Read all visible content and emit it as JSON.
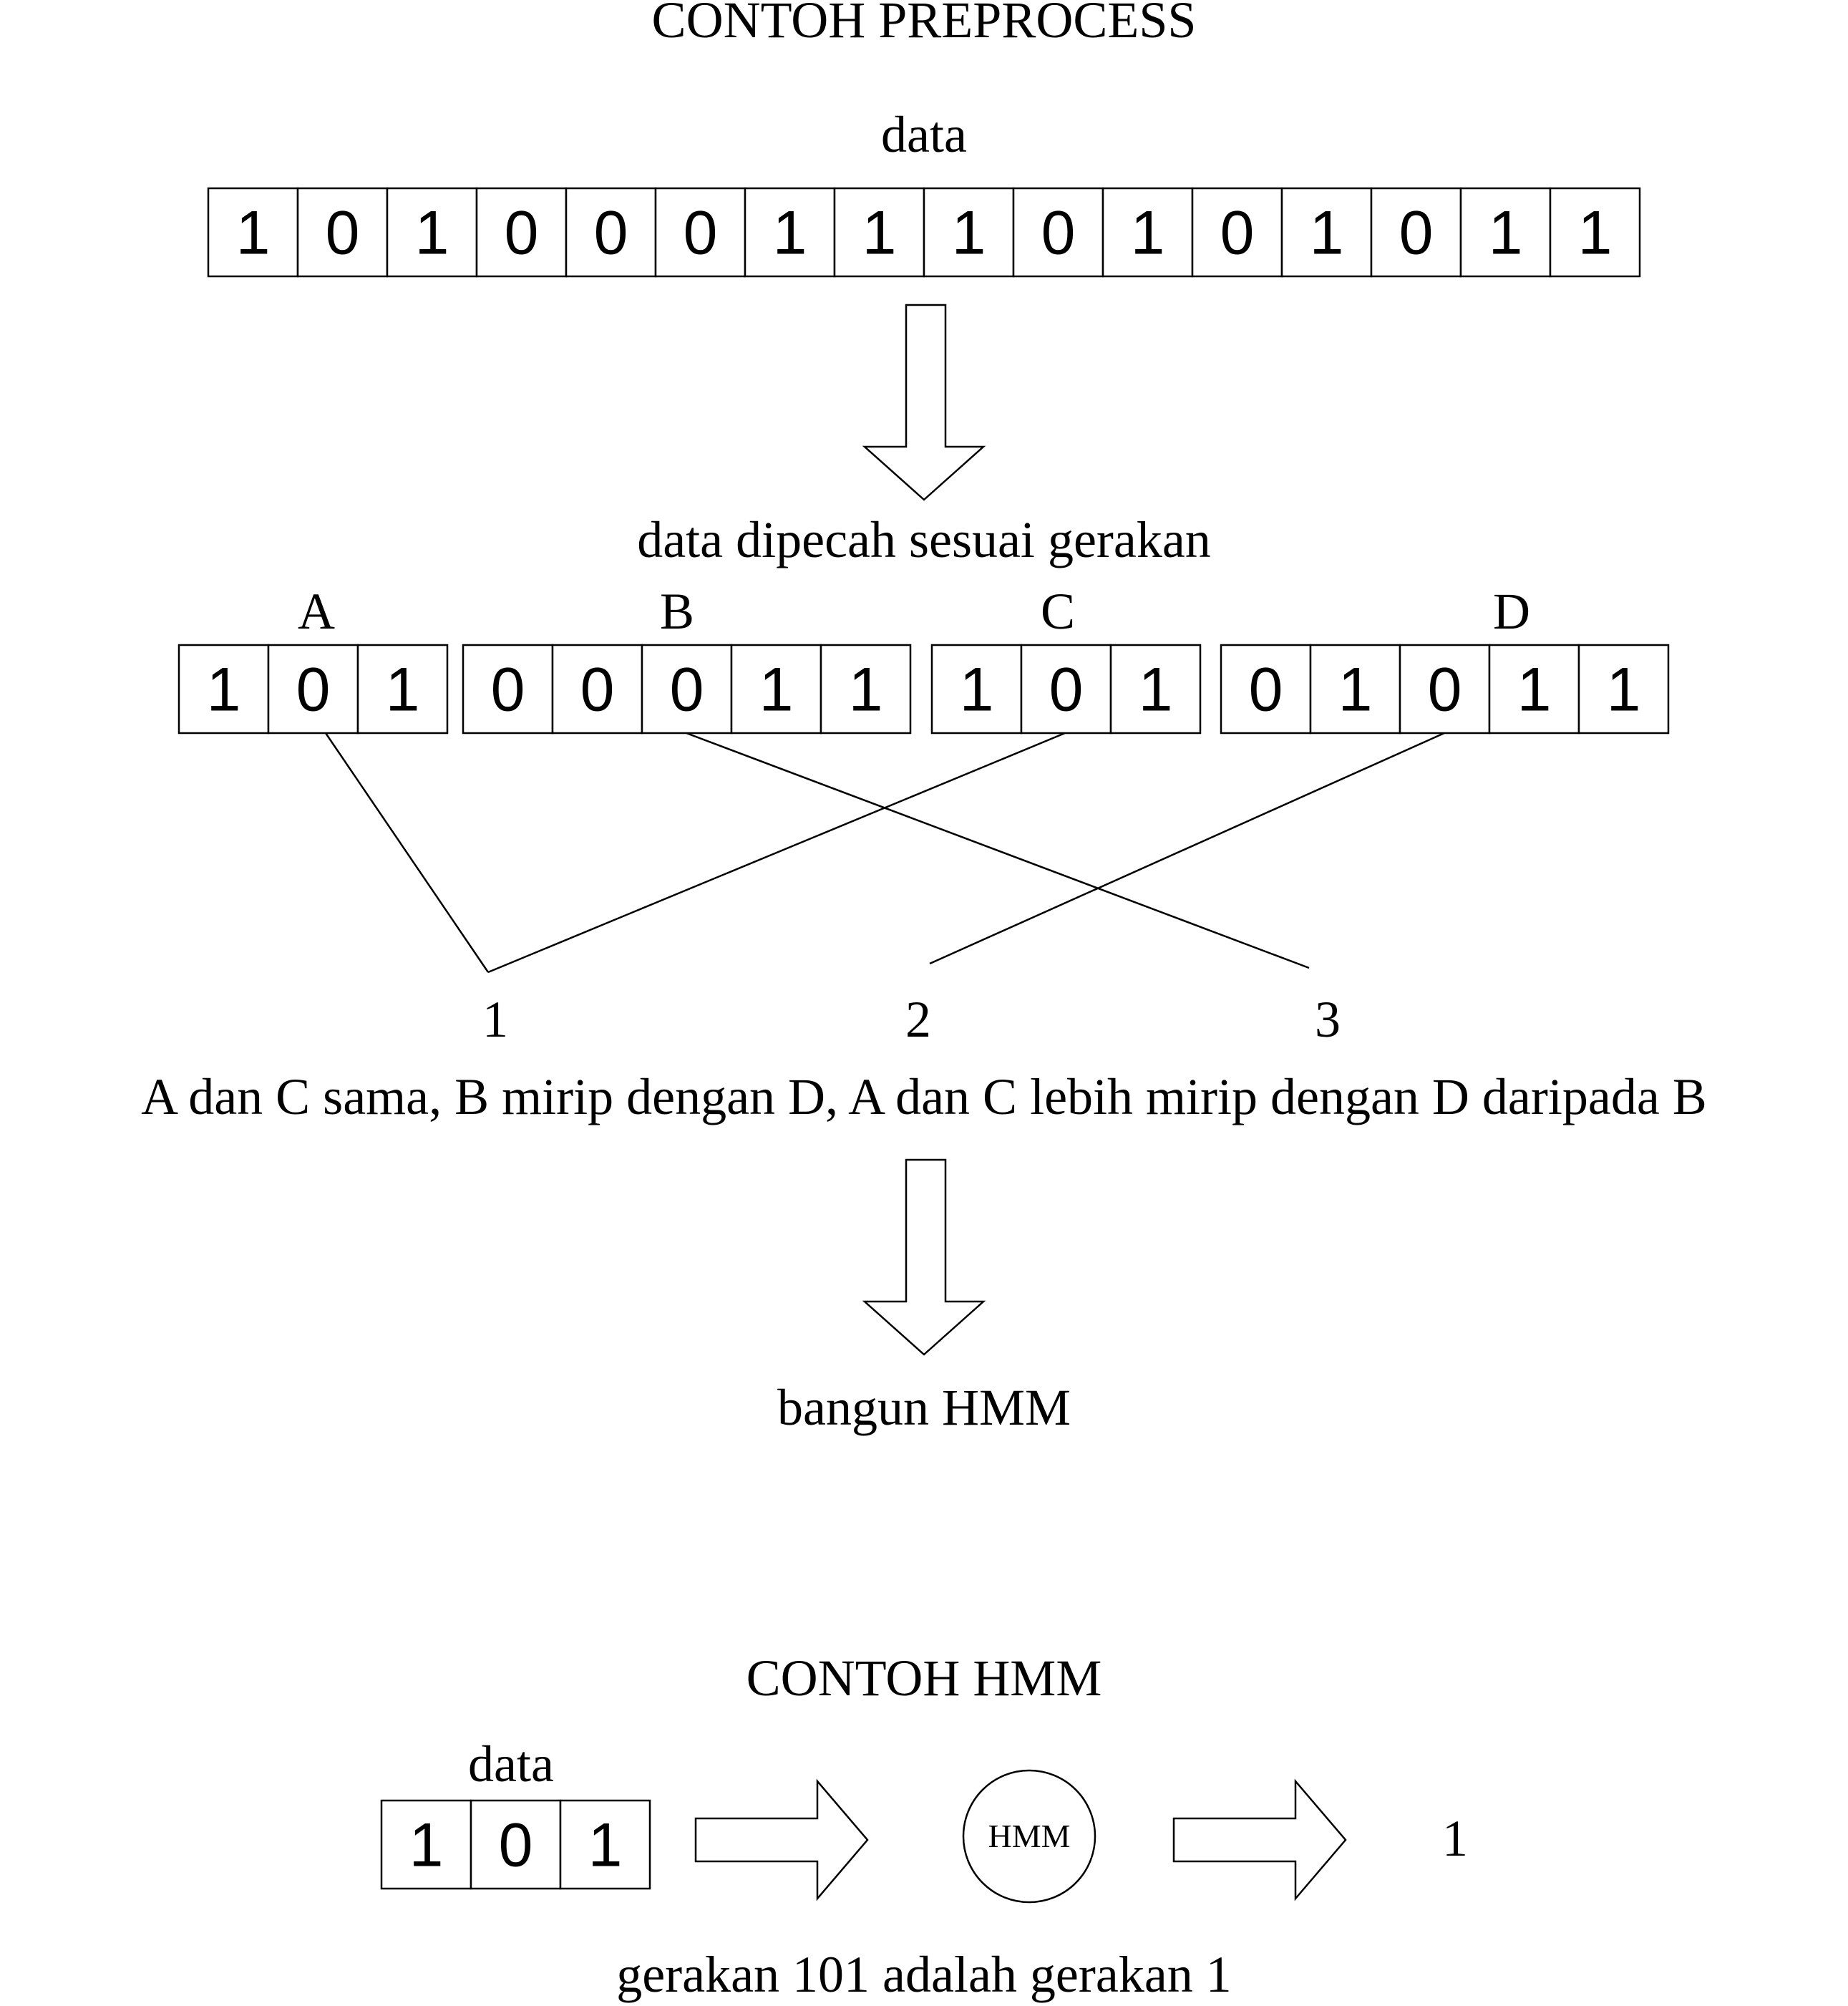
{
  "preprocess": {
    "title": "CONTOH PREPROCESS",
    "data_label": "data",
    "data_bits": [
      "1",
      "0",
      "1",
      "0",
      "0",
      "0",
      "1",
      "1",
      "1",
      "0",
      "1",
      "0",
      "1",
      "0",
      "1",
      "1"
    ],
    "split_label": "data dipecah sesuai gerakan",
    "segments": [
      {
        "label": "A",
        "bits": [
          "1",
          "0",
          "1"
        ]
      },
      {
        "label": "B",
        "bits": [
          "0",
          "0",
          "0",
          "1",
          "1"
        ]
      },
      {
        "label": "C",
        "bits": [
          "1",
          "0",
          "1"
        ]
      },
      {
        "label": "D",
        "bits": [
          "0",
          "1",
          "0",
          "1",
          "1"
        ]
      }
    ],
    "group_numbers": [
      "1",
      "2",
      "3"
    ],
    "conclusion": "A dan C sama, B mirip dengan D, A dan C lebih mirip dengan D daripada B",
    "build_label": "bangun HMM"
  },
  "hmm": {
    "title": "CONTOH HMM",
    "data_label": "data",
    "input_bits": [
      "1",
      "0",
      "1"
    ],
    "node_label": "HMM",
    "output": "1",
    "caption": "gerakan 101 adalah gerakan 1"
  }
}
